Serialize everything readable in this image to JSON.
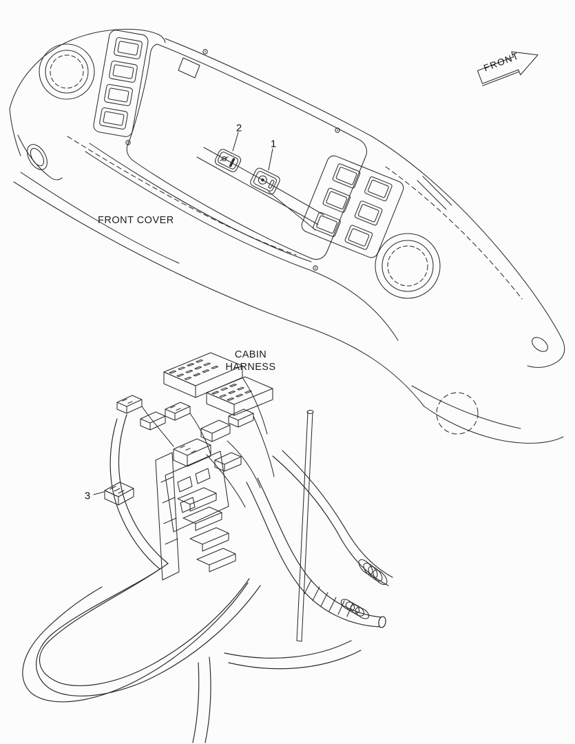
{
  "page": {
    "background": "#fcfcfc",
    "line_color": "#2b2b2b"
  },
  "diagram": {
    "type": "parts-diagram",
    "direction_arrow": {
      "label": "FRONT"
    },
    "labels": {
      "front_cover": "FRONT COVER",
      "cabin_harness_line1": "CABIN",
      "cabin_harness_line2": "HARNESS"
    },
    "callouts": [
      {
        "id": "1"
      },
      {
        "id": "2"
      },
      {
        "id": "3"
      }
    ]
  }
}
